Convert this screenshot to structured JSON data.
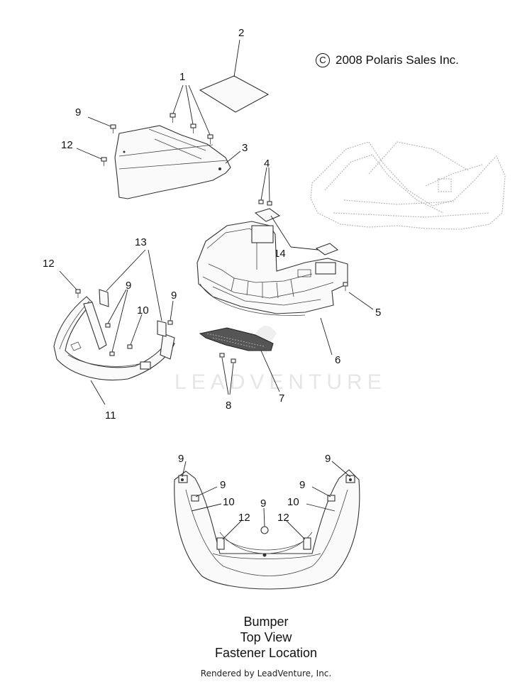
{
  "copyright": {
    "symbol": "C",
    "text": "2008 Polaris Sales Inc."
  },
  "callouts": {
    "c1": "1",
    "c2": "2",
    "c3": "3",
    "c4": "4",
    "c5": "5",
    "c6": "6",
    "c7": "7",
    "c8": "8",
    "c9a": "9",
    "c9b": "9",
    "c9c": "9",
    "c10": "10",
    "c11": "11",
    "c12a": "12",
    "c12b": "12",
    "c13": "13",
    "c14": "14"
  },
  "topview_callouts": {
    "n9a": "9",
    "n9b": "9",
    "n9c": "9",
    "n9d": "9",
    "n9e": "9",
    "n10a": "10",
    "n10b": "10",
    "n12a": "12",
    "n12b": "12"
  },
  "watermark": "LEADVENTURE",
  "caption": {
    "line1": "Bumper",
    "line2": "Top View",
    "line3": "Fastener Location"
  },
  "footer": "Rendered by LeadVenture, Inc."
}
